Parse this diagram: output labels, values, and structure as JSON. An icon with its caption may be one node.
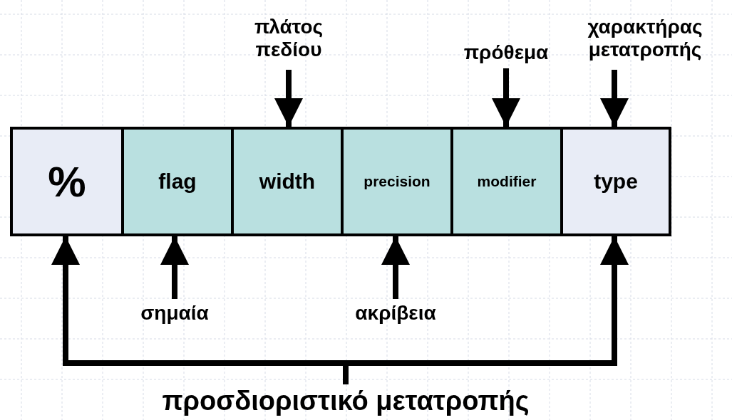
{
  "diagram": {
    "nodes": [
      {
        "text": [
          "%"
        ]
      },
      {
        "text": [
          "flag"
        ]
      },
      {
        "text": [
          "width"
        ]
      },
      {
        "text": [
          "precision"
        ]
      },
      {
        "text": [
          "modifier"
        ]
      },
      {
        "text": [
          "type"
        ]
      },
      {
        "text": [
          "πλάτος πεδίου"
        ]
      },
      {
        "text": [
          "πρόθεμα"
        ]
      },
      {
        "text": [
          "χαρακτήρας μετατροπής"
        ]
      },
      {
        "text": [
          "σημαία"
        ]
      },
      {
        "text": [
          "ακρίβεια"
        ]
      },
      {
        "text": [
          "προσδιοριστικό μετατροπής"
        ]
      }
    ],
    "edges": [
      {
        "from": 6,
        "to": 2,
        "arrow": "to"
      },
      {
        "from": 7,
        "to": 4,
        "arrow": "to"
      },
      {
        "from": 8,
        "to": 5,
        "arrow": "to"
      },
      {
        "from": 9,
        "to": 1,
        "arrow": "to"
      },
      {
        "from": 10,
        "to": 3,
        "arrow": "to"
      },
      {
        "from": 11,
        "to": 0,
        "arrow": "to"
      },
      {
        "from": 11,
        "to": 5,
        "arrow": "to"
      }
    ]
  }
}
